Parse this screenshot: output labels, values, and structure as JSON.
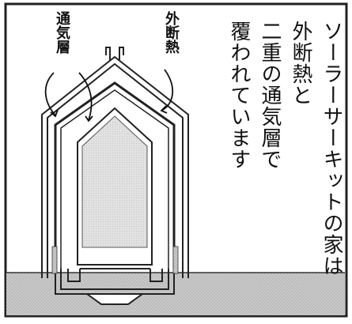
{
  "labels": {
    "ventilation": "通気層",
    "insulation": "外断熱"
  },
  "caption": {
    "col1": "ソーラーサーキットの家は",
    "col2": "外断熱と",
    "col3": "二重の通気層で",
    "col4": "覆われています"
  }
}
